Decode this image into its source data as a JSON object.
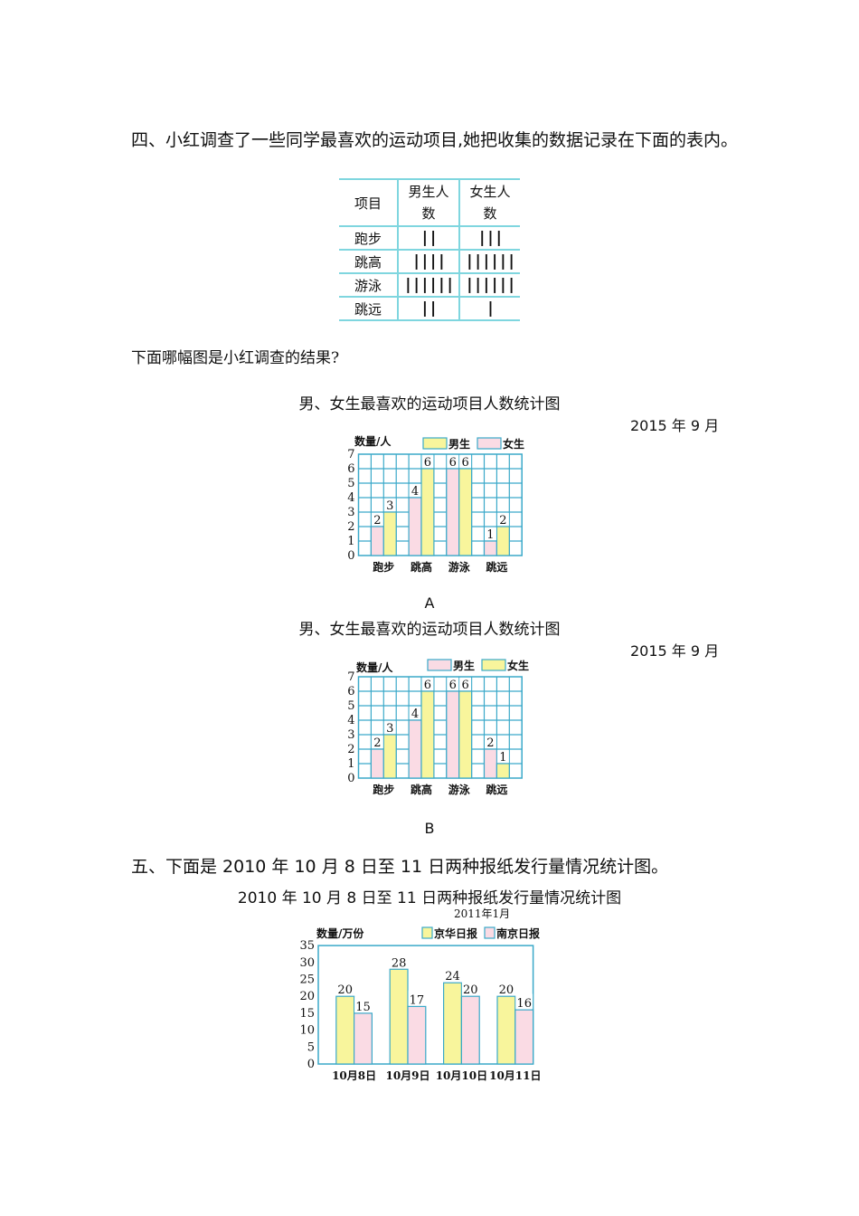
{
  "q4": {
    "heading": "四、小红调查了一些同学最喜欢的运动项目,她把收集的数据记录在下面的表内。",
    "table": {
      "headers": [
        "项目",
        "男生人数",
        "女生人数"
      ],
      "header_lines": {
        "col0": "项目",
        "col1_a": "男生人",
        "col1_b": "数",
        "col2_a": "女生人",
        "col2_b": "数"
      },
      "rows": [
        {
          "item": "跑步",
          "boys": "||",
          "girls": "|||"
        },
        {
          "item": "跳高",
          "boys": "||||",
          "girls": "||||||"
        },
        {
          "item": "游泳",
          "boys": "||||||",
          "girls": "||||||"
        },
        {
          "item": "跳远",
          "boys": "||",
          "girls": "|"
        }
      ]
    },
    "question": "下面哪幅图是小红调查的结果?",
    "chart_a": {
      "title": "男、女生最喜欢的运动项目人数统计图",
      "date": "2015 年 9 月",
      "label": "A",
      "y_unit": "数量/人",
      "legend": [
        {
          "name": "男生",
          "color": "#f8f59c"
        },
        {
          "name": "女生",
          "color": "#fadbe4"
        }
      ]
    },
    "chart_b": {
      "title": "男、女生最喜欢的运动项目人数统计图",
      "date": "2015 年 9 月",
      "label": "B",
      "y_unit": "数量/人",
      "legend": [
        {
          "name": "男生",
          "color": "#fadbe4"
        },
        {
          "name": "女生",
          "color": "#f8f59c"
        }
      ]
    }
  },
  "q5": {
    "heading": "五、下面是 2010 年 10 月 8 日至 11 日两种报纸发行量情况统计图。",
    "chart": {
      "title": "2010 年 10 月 8 日至 11 日两种报纸发行量情况统计图",
      "date": "2011年1月",
      "y_unit": "数量/万份",
      "legend": [
        {
          "name": "京华日报",
          "color": "#f8f59c"
        },
        {
          "name": "南京日报",
          "color": "#fadbe4"
        }
      ]
    }
  },
  "colors": {
    "grid": "#3aa9c9",
    "yellow": "#f8f59c",
    "pink": "#fadbe4",
    "table_rule": "#7fd6df"
  },
  "chart_data": [
    {
      "type": "bar",
      "title": "男、女生最喜欢的运动项目人数统计图 (A)",
      "subtitle": "2015 年 9 月",
      "categories": [
        "跑步",
        "跳高",
        "游泳",
        "跳远"
      ],
      "series": [
        {
          "name": "女生",
          "color": "#fadbe4",
          "values": [
            2,
            4,
            6,
            1
          ]
        },
        {
          "name": "男生",
          "color": "#f8f59c",
          "values": [
            3,
            6,
            6,
            2
          ]
        }
      ],
      "ylabel": "数量/人",
      "ylim": [
        0,
        7
      ],
      "yticks": [
        0,
        1,
        2,
        3,
        4,
        5,
        6,
        7
      ],
      "grid": true,
      "legend_position": "top-right"
    },
    {
      "type": "bar",
      "title": "男、女生最喜欢的运动项目人数统计图 (B)",
      "subtitle": "2015 年 9 月",
      "categories": [
        "跑步",
        "跳高",
        "游泳",
        "跳远"
      ],
      "series": [
        {
          "name": "男生",
          "color": "#fadbe4",
          "values": [
            2,
            4,
            6,
            2
          ]
        },
        {
          "name": "女生",
          "color": "#f8f59c",
          "values": [
            3,
            6,
            6,
            1
          ]
        }
      ],
      "ylabel": "数量/人",
      "ylim": [
        0,
        7
      ],
      "yticks": [
        0,
        1,
        2,
        3,
        4,
        5,
        6,
        7
      ],
      "grid": true,
      "legend_position": "top-right"
    },
    {
      "type": "bar",
      "title": "2010 年 10 月 8 日至 11 日两种报纸发行量情况统计图",
      "subtitle": "2011年1月",
      "categories": [
        "10月8日",
        "10月9日",
        "10月10日",
        "10月11日"
      ],
      "series": [
        {
          "name": "京华日报",
          "color": "#f8f59c",
          "values": [
            20,
            28,
            24,
            20
          ]
        },
        {
          "name": "南京日报",
          "color": "#fadbe4",
          "values": [
            15,
            17,
            20,
            16
          ]
        }
      ],
      "ylabel": "数量/万份",
      "ylim": [
        0,
        35
      ],
      "yticks": [
        0,
        5,
        10,
        15,
        20,
        25,
        30,
        35
      ],
      "grid": true,
      "legend_position": "top-right"
    }
  ]
}
